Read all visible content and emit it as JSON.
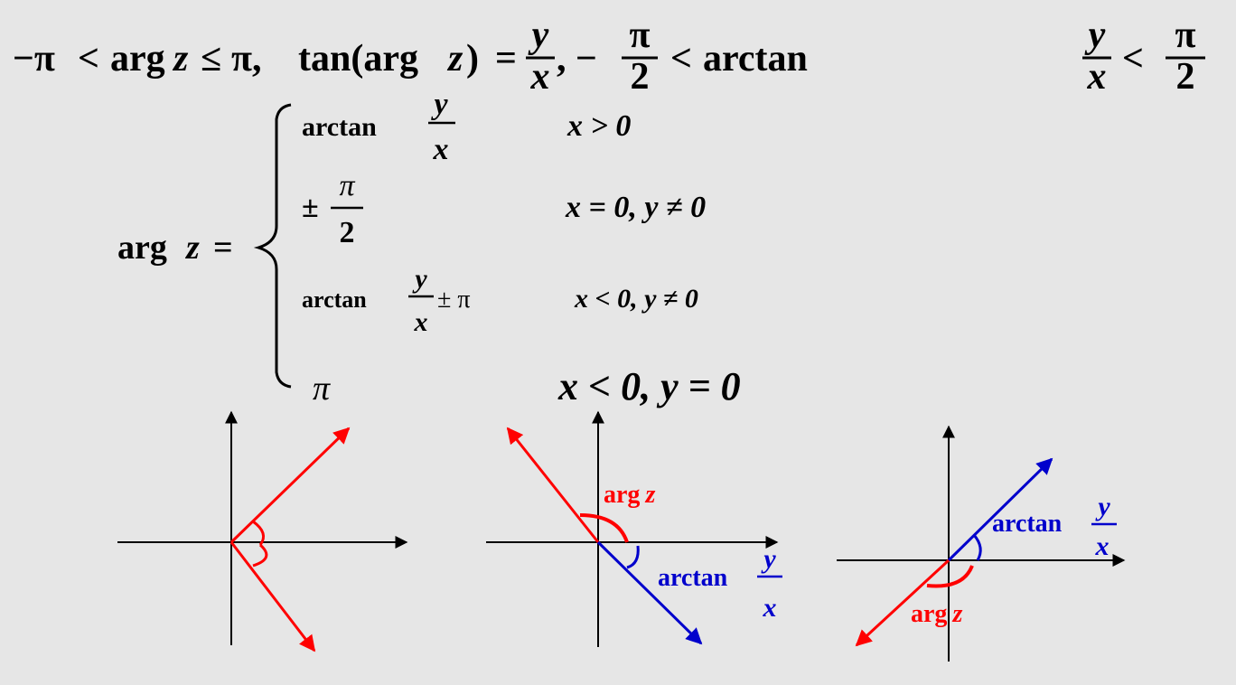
{
  "header_formula": {
    "minus_pi": "−π",
    "lt": "<",
    "arg": "arg",
    "z": "z",
    "le": "≤",
    "pi": "π,",
    "tan_open": "tan(arg",
    "tan_close": ")",
    "eq": "=",
    "y": "y",
    "x": "x",
    "comma_minus": ", −",
    "pi_frac": "π",
    "two": "2",
    "arctan": "arctan"
  },
  "definition": {
    "lhs_arg": "arg",
    "lhs_z": "z",
    "lhs_eq": "=",
    "cases": [
      {
        "expr_main": "arctan",
        "num": "y",
        "den": "x",
        "suffix": "",
        "condition": "x > 0"
      },
      {
        "expr_main": "±",
        "num": "π",
        "den": "2",
        "suffix": "",
        "condition": "x = 0, y ≠ 0"
      },
      {
        "expr_main": "arctan",
        "num": "y",
        "den": "x",
        "suffix": "± π",
        "condition": "x < 0, y ≠ 0"
      },
      {
        "expr_main": "π",
        "num": "",
        "den": "",
        "suffix": "",
        "condition": "x < 0, y = 0"
      }
    ]
  },
  "figures": [
    {
      "labels": []
    },
    {
      "labels": [
        {
          "role": "arg-label",
          "main": "arg",
          "var": "z"
        },
        {
          "role": "arctan-label",
          "main": "arctan",
          "num": "y",
          "den": "x"
        }
      ]
    },
    {
      "labels": [
        {
          "role": "arctan-label",
          "main": "arctan",
          "num": "y",
          "den": "x"
        },
        {
          "role": "arg-label",
          "main": "arg",
          "var": "z"
        }
      ]
    }
  ],
  "colors": {
    "background": "#e6e6e6",
    "red": "#ff0000",
    "blue": "#0000cc",
    "axis": "#000000"
  }
}
